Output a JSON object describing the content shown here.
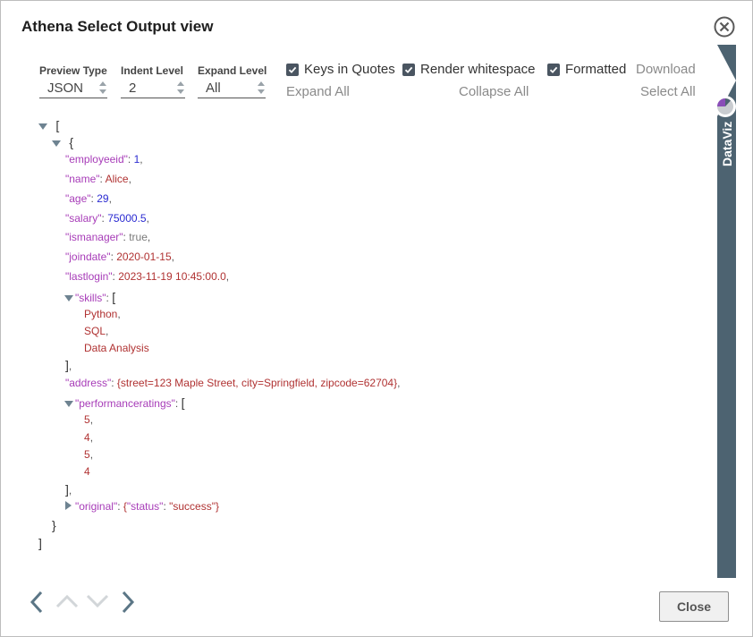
{
  "dialog": {
    "title": "Athena Select Output view"
  },
  "controls": {
    "preview_type": {
      "label": "Preview Type",
      "value": "JSON"
    },
    "indent_level": {
      "label": "Indent Level",
      "value": "2"
    },
    "expand_level": {
      "label": "Expand Level",
      "value": "All"
    },
    "checkboxes": {
      "keys_in_quotes": {
        "label": "Keys in Quotes",
        "checked": true
      },
      "render_whitespace": {
        "label": "Render whitespace",
        "checked": true
      },
      "formatted": {
        "label": "Formatted",
        "checked": true
      }
    },
    "links": {
      "download": "Download",
      "expand_all": "Expand All",
      "collapse_all": "Collapse All",
      "select_all": "Select All"
    }
  },
  "json_view": {
    "open_bracket": "[",
    "open_brace": "{",
    "fields": [
      {
        "key": "\"employeeid\"",
        "value": "1",
        "type": "number"
      },
      {
        "key": "\"name\"",
        "value": "Alice",
        "type": "string"
      },
      {
        "key": "\"age\"",
        "value": "29",
        "type": "number"
      },
      {
        "key": "\"salary\"",
        "value": "75000.5",
        "type": "number"
      },
      {
        "key": "\"ismanager\"",
        "value": "true",
        "type": "boolean"
      },
      {
        "key": "\"joindate\"",
        "value": "2020-01-15",
        "type": "string"
      },
      {
        "key": "\"lastlogin\"",
        "value": "2023-11-19 10:45:00.0",
        "type": "string"
      }
    ],
    "skills": {
      "key": "\"skills\"",
      "items": [
        "Python",
        "SQL",
        "Data Analysis"
      ]
    },
    "address": {
      "key": "\"address\"",
      "value": "{street=123 Maple Street, city=Springfield, zipcode=62704}"
    },
    "performanceratings": {
      "key": "\"performanceratings\"",
      "items": [
        "5",
        "4",
        "5",
        "4"
      ]
    },
    "original": {
      "key": "\"original\"",
      "inner_key": "\"status\"",
      "inner_value": "\"success\""
    },
    "close_brace": "}",
    "close_bracket": "]"
  },
  "sidebar": {
    "label": "DataViz"
  },
  "footer": {
    "close_label": "Close"
  },
  "colors": {
    "accent": "#4d6371",
    "key": "#a73cb8",
    "string": "#b03232",
    "number": "#2b2bd1"
  }
}
